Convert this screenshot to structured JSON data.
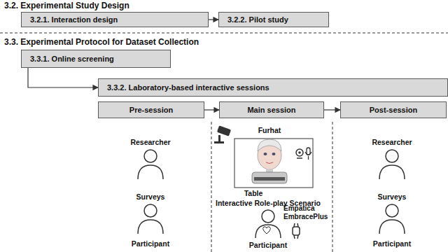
{
  "diagram": {
    "nodes": [
      {
        "text": [
          "3.2.1. Interaction design"
        ]
      },
      {
        "text": [
          "3.2.2. Pilot study"
        ]
      },
      {
        "text": [
          "3.3.1. Online screening"
        ]
      },
      {
        "text": [
          "3.3.2. Laboratory-based interactive sessions"
        ]
      },
      {
        "text": [
          "Pre-session"
        ]
      },
      {
        "text": [
          "Main session"
        ]
      },
      {
        "text": [
          "Post-session"
        ]
      }
    ],
    "edges": [
      {
        "from": 0,
        "to": 1,
        "arrow": "to"
      },
      {
        "from": 2,
        "to": 3,
        "arrow": "to"
      },
      {
        "from": 4,
        "to": 5,
        "arrow": "to"
      },
      {
        "from": 5,
        "to": 6,
        "arrow": "to"
      }
    ],
    "labels": [
      "3.2. Experimental Study Design",
      "3.3. Experimental Protocol for Dataset Collection",
      "Researcher",
      "Surveys",
      "Participant",
      "Furhat",
      "Table",
      "Interactive Role-play Scenario",
      "Participant",
      "Empatica EmbracePlus",
      "Researcher",
      "Surveys",
      "Participant"
    ]
  }
}
